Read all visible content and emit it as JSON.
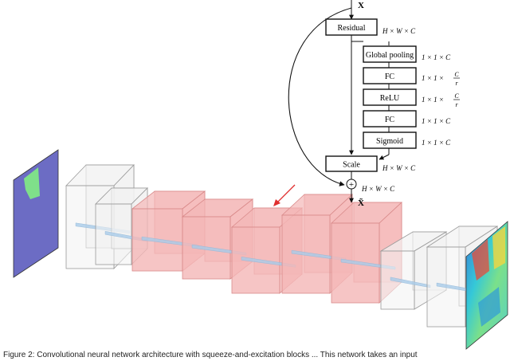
{
  "se_block": {
    "input_label": "X",
    "output_label": "X̃",
    "boxes": [
      "Residual",
      "Global pooling",
      "FC",
      "ReLU",
      "FC",
      "Sigmoid",
      "Scale"
    ],
    "dims": [
      {
        "main": "H × W × C",
        "frac": null
      },
      {
        "main": "1 × 1 × C",
        "frac": null
      },
      {
        "main": "1 × 1 × ",
        "frac": {
          "num": "C",
          "den": "r"
        }
      },
      {
        "main": "1 × 1 × ",
        "frac": {
          "num": "C",
          "den": "r"
        }
      },
      {
        "main": "1 × 1 × C",
        "frac": null
      },
      {
        "main": "1 × 1 × C",
        "frac": null
      },
      {
        "main": "H × W × C",
        "frac": null
      },
      {
        "main": "H × W × C",
        "frac": null
      }
    ],
    "sum_symbol": "+"
  },
  "network": {
    "blocks": [
      {
        "kind": "plain"
      },
      {
        "kind": "plain"
      },
      {
        "kind": "se"
      },
      {
        "kind": "se"
      },
      {
        "kind": "se"
      },
      {
        "kind": "se"
      },
      {
        "kind": "se"
      },
      {
        "kind": "plain"
      },
      {
        "kind": "plain"
      }
    ]
  },
  "colors": {
    "plain_fill": "#f2f2f2",
    "se_fill": "#f4b6b6",
    "input_map": "#6c6cc4",
    "input_patch": "#7fe08a",
    "arrow": "#e03030",
    "tube": "#a8cbe8"
  },
  "caption": "Figure 2: Convolutional neural network architecture with squeeze-and-excitation blocks ... This network takes an input"
}
